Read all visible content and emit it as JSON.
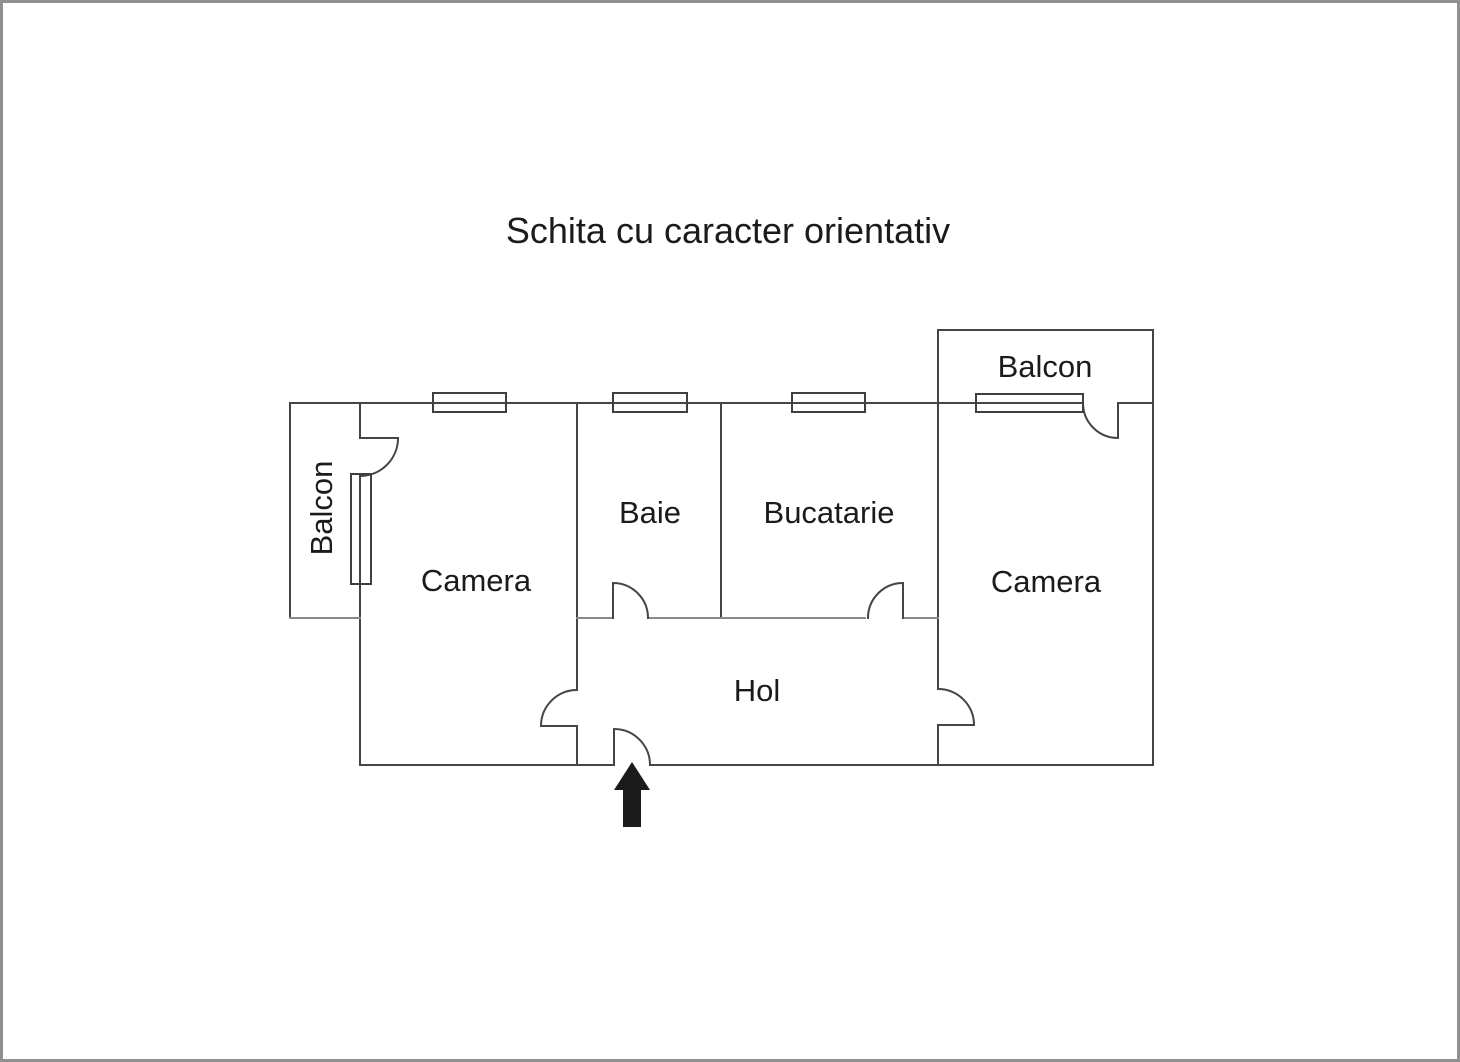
{
  "page": {
    "background": "#ffffff",
    "border_color": "#8f8f8f"
  },
  "title": "Schita cu caracter orientativ",
  "colors": {
    "wall": "#454545",
    "wall_light": "#8a8a8a",
    "window": "#3f3f3f",
    "text": "#1b1b1b",
    "arrow": "#1b1b1b"
  },
  "rooms": {
    "balcon_left": "Balcon",
    "camera_left": "Camera",
    "baie": "Baie",
    "bucatarie": "Bucatarie",
    "balcon_right": "Balcon",
    "camera_right": "Camera",
    "hol": "Hol"
  },
  "icons": {
    "entrance_arrow": "up-arrow"
  }
}
